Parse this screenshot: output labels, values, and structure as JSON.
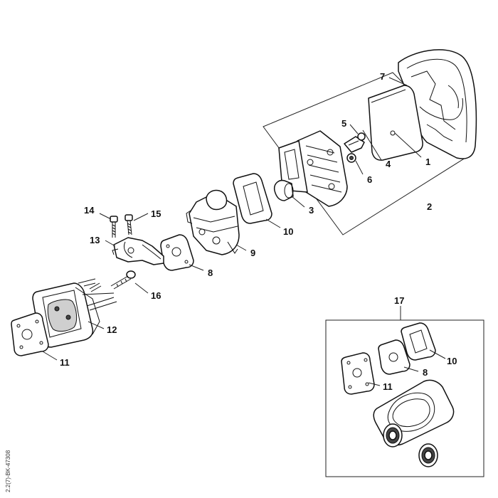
{
  "diagram": {
    "side_code": "2.2(7)-BK-47308",
    "labels": [
      {
        "id": "l1",
        "text": "1"
      },
      {
        "id": "l2",
        "text": "2"
      },
      {
        "id": "l3",
        "text": "3"
      },
      {
        "id": "l4",
        "text": "4"
      },
      {
        "id": "l5",
        "text": "5"
      },
      {
        "id": "l6",
        "text": "6"
      },
      {
        "id": "l7",
        "text": "7"
      },
      {
        "id": "l8",
        "text": "8"
      },
      {
        "id": "l9",
        "text": "9"
      },
      {
        "id": "l10",
        "text": "10"
      },
      {
        "id": "l11",
        "text": "11"
      },
      {
        "id": "l12",
        "text": "12"
      },
      {
        "id": "l13",
        "text": "13"
      },
      {
        "id": "l14",
        "text": "14"
      },
      {
        "id": "l15",
        "text": "15"
      },
      {
        "id": "l16",
        "text": "16"
      },
      {
        "id": "l17",
        "text": "17"
      },
      {
        "id": "k10",
        "text": "10"
      },
      {
        "id": "k8",
        "text": "8"
      },
      {
        "id": "k11",
        "text": "11"
      }
    ]
  }
}
